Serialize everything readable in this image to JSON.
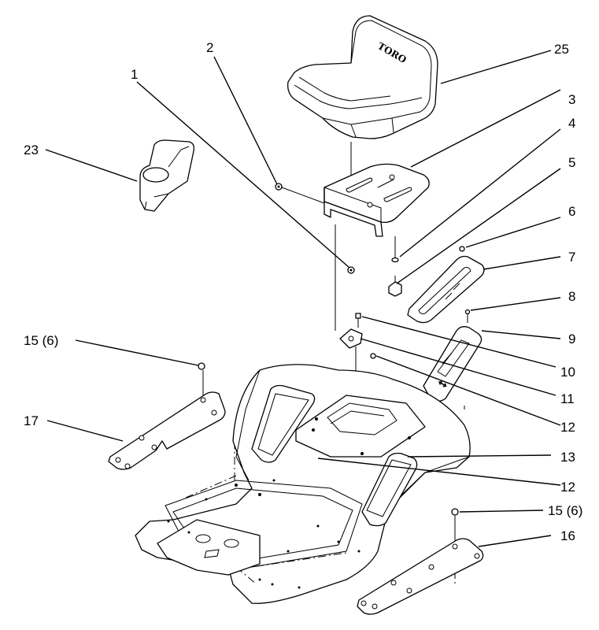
{
  "diagram": {
    "seat_logo": "TORO",
    "callouts": {
      "c1": "1",
      "c2": "2",
      "c3": "3",
      "c4": "4",
      "c5": "5",
      "c6": "6",
      "c7": "7",
      "c8": "8",
      "c9": "9",
      "c10": "10",
      "c11": "11",
      "c12a": "12",
      "c12b": "12",
      "c13": "13",
      "c15a": "15 (6)",
      "c15b": "15 (6)",
      "c16": "16",
      "c17": "17",
      "c23": "23",
      "c25": "25"
    }
  }
}
